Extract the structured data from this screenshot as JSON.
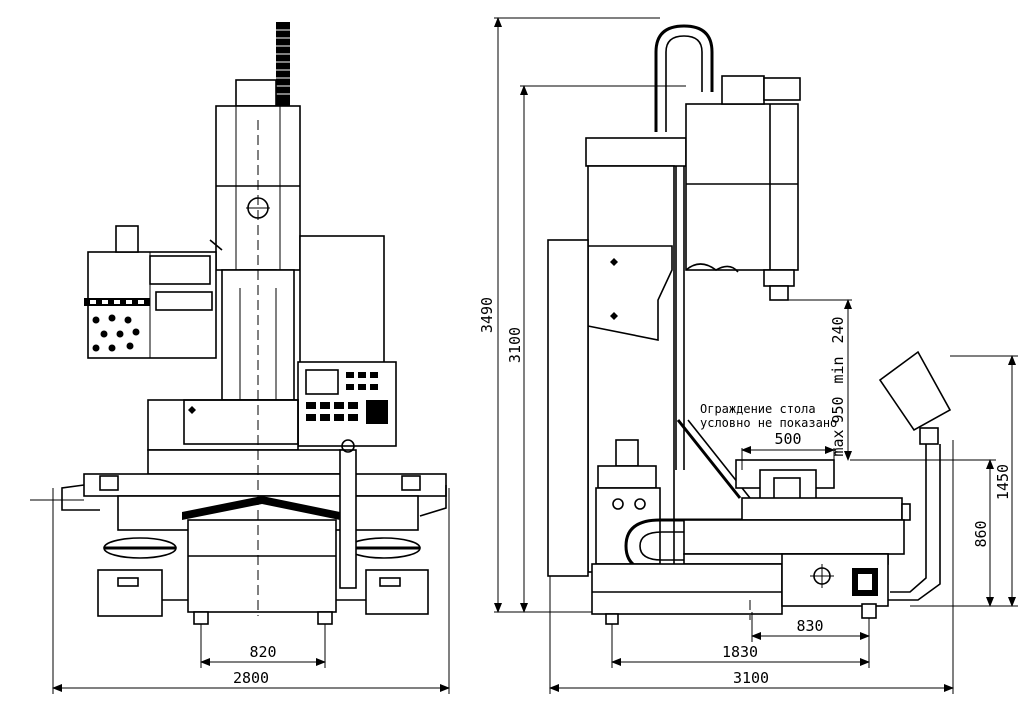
{
  "front_view": {
    "dim_820": "820",
    "dim_2800": "2800"
  },
  "side_view": {
    "dim_3490": "3490",
    "dim_3100_height": "3100",
    "dim_240": "240",
    "dim_min": "min",
    "dim_950": "950",
    "dim_max": "max",
    "dim_500": "500",
    "dim_1450": "1450",
    "dim_860": "860",
    "dim_830": "830",
    "dim_1830": "1830",
    "dim_3100_width": "3100",
    "note_line1": "Ограждение стола",
    "note_line2": "условно не показано"
  }
}
